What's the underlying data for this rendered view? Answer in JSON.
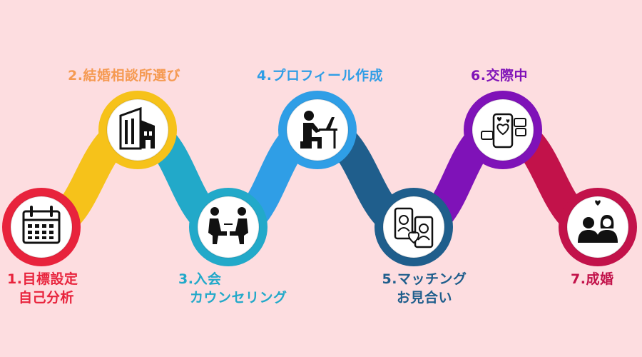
{
  "steps": [
    {
      "n": 1,
      "lines": [
        "1.目標設定",
        "自己分析"
      ],
      "color": "#e8233c",
      "icon": "calendar-icon"
    },
    {
      "n": 2,
      "lines": [
        "2.結婚相談所選び"
      ],
      "color": "#f59a52",
      "accent": "#f6c21a",
      "icon": "building-icon"
    },
    {
      "n": 3,
      "lines": [
        "3.入会",
        "カウンセリング"
      ],
      "color": "#22a9c9",
      "icon": "counseling-icon"
    },
    {
      "n": 4,
      "lines": [
        "4.プロフィール作成"
      ],
      "color": "#2f9ee6",
      "icon": "desk-laptop-icon"
    },
    {
      "n": 5,
      "lines": [
        "5.マッチング",
        "お見合い"
      ],
      "color": "#1f5e8c",
      "icon": "phone-match-icon"
    },
    {
      "n": 6,
      "lines": [
        "6.交際中"
      ],
      "color": "#7f12b8",
      "icon": "chat-hearts-icon"
    },
    {
      "n": 7,
      "lines": [
        "7.成婚"
      ],
      "color": "#c2124a",
      "icon": "couple-icon"
    }
  ]
}
